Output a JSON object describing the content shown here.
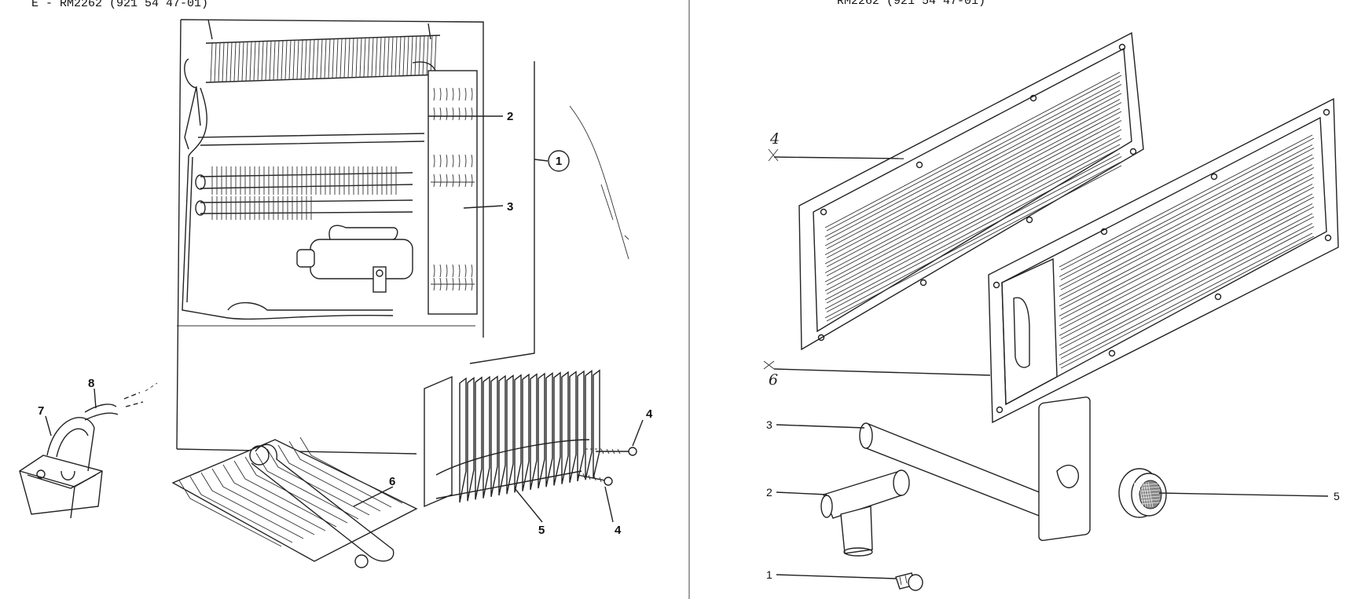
{
  "left_panel": {
    "header": "E - RM2262 (921 54 47-01)",
    "callouts": {
      "assembly": "1",
      "p2": "2",
      "p3": "3",
      "p4a": "4",
      "p4b": "4",
      "p5": "5",
      "p6": "6",
      "p7": "7",
      "p8": "8"
    }
  },
  "right_panel": {
    "header": "RM2262 (921 54 47-01)",
    "callouts": {
      "p1": "1",
      "p2": "2",
      "p3": "3",
      "p4": "4",
      "p5": "5",
      "p6": "6"
    }
  }
}
